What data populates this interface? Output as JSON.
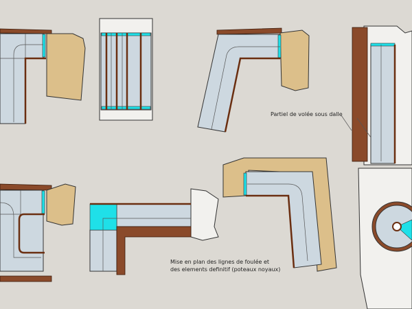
{
  "annotations": {
    "partial_flight": "Partiel de volée sous dalle",
    "plan_note_line1": "Mise en plan des lignes de foulée et",
    "plan_note_line2": "des elements definitif (poteaux noyaux)"
  },
  "colors": {
    "background": "#dcd9d3",
    "stair": "#cdd8e0",
    "wood": "#dcbf8a",
    "brick": "#8a4a2a",
    "cyan": "#1fe0e8"
  }
}
